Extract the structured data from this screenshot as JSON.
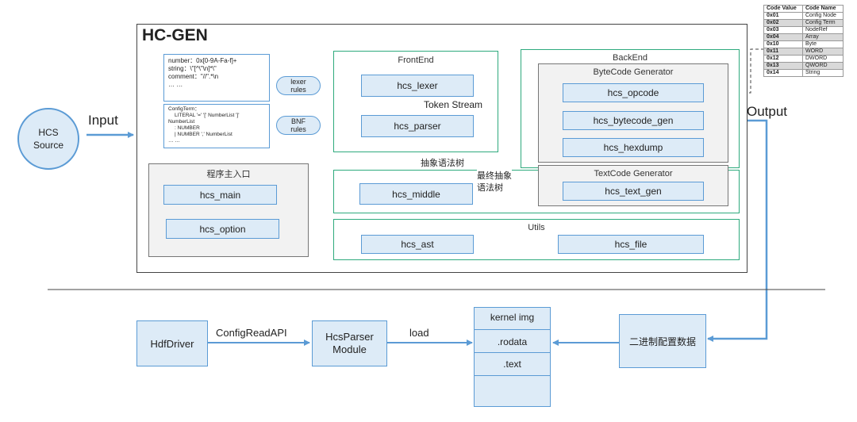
{
  "title": "HC-GEN",
  "source_node": {
    "line1": "HCS",
    "line2": "Source"
  },
  "input_label": "Input",
  "output_label": "Output",
  "rules": {
    "lexer_rules_lines": [
      "number：0x[0-9A-Fa-f]+",
      "string：\\\"[^\\\"\\n]*\\\"",
      "comment：\"//\".*\\n",
      "… …"
    ],
    "bnf_rules_lines": [
      "ConfigTerm：",
      "  LITERAL '=' '[' NumberList ']'",
      "NumberList",
      "  : NUMBER",
      "  | NUMBER ',' NumberList",
      "… …"
    ],
    "lexer_pill": [
      "lexer",
      "rules"
    ],
    "bnf_pill": [
      "BNF",
      "rules"
    ]
  },
  "main_entry": {
    "title": "程序主入口",
    "main": "hcs_main",
    "option": "hcs_option"
  },
  "frontend": {
    "title": "FrontEnd",
    "lexer": "hcs_lexer",
    "parser": "hcs_parser",
    "token_stream": "Token Stream"
  },
  "ast_label": "抽象语法树",
  "middle": {
    "node": "hcs_middle",
    "final_ast_line1": "最终抽象",
    "final_ast_line2": "语法树"
  },
  "backend": {
    "title": "BackEnd",
    "bytecode_title": "ByteCode Generator",
    "opcode": "hcs_opcode",
    "bytecode_gen": "hcs_bytecode_gen",
    "hexdump": "hcs_hexdump",
    "textcode_title": "TextCode Generator",
    "text_gen": "hcs_text_gen"
  },
  "utils": {
    "title": "Utils",
    "ast": "hcs_ast",
    "file": "hcs_file"
  },
  "code_table": {
    "headers": [
      "Code Value",
      "Code Name"
    ],
    "rows": [
      [
        "0x01",
        "Config Node"
      ],
      [
        "0x02",
        "Config Term"
      ],
      [
        "0x03",
        "NodeRef"
      ],
      [
        "0x04",
        "Array"
      ],
      [
        "0x10",
        "Byte"
      ],
      [
        "0x11",
        "WORD"
      ],
      [
        "0x12",
        "DWORD"
      ],
      [
        "0x13",
        "QWORD"
      ],
      [
        "0x14",
        "String"
      ]
    ]
  },
  "runtime": {
    "hdfdriver": "HdfDriver",
    "config_read_api": "ConfigReadAPI",
    "hcsparser_line1": "HcsParser",
    "hcsparser_line2": "Module",
    "load": "load",
    "kernel_img": "kernel img",
    "rodata": ".rodata",
    "text": ".text",
    "binary_data": "二进制配置数据"
  },
  "colors": {
    "box_fill": "#ddebf7",
    "box_border": "#5b9bd5",
    "green": "#2eaa7d",
    "gray_border": "#767676",
    "arrow": "#5b9bd5"
  }
}
